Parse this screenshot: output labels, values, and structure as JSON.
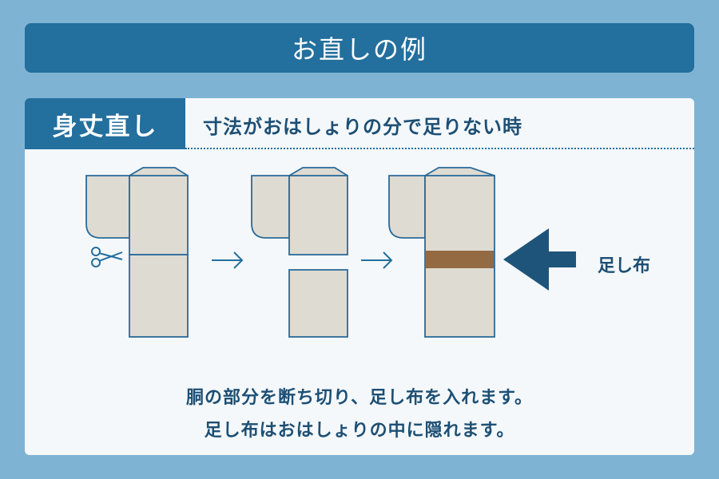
{
  "title": "お直しの例",
  "tag": "身丈直し",
  "subtitle": "寸法がおはしょりの分で足りない時",
  "arrow_label": "足し布",
  "caption_lines": [
    "胴の部分を断ち切り、足し布を入れます。",
    "足し布はおはしょりの中に隠れます。"
  ],
  "colors": {
    "primary": "#236f9d",
    "fabric": "#dedbd3",
    "outline": "#2a6a98",
    "insert_fabric": "#946a43",
    "arrow": "#1f547a"
  }
}
